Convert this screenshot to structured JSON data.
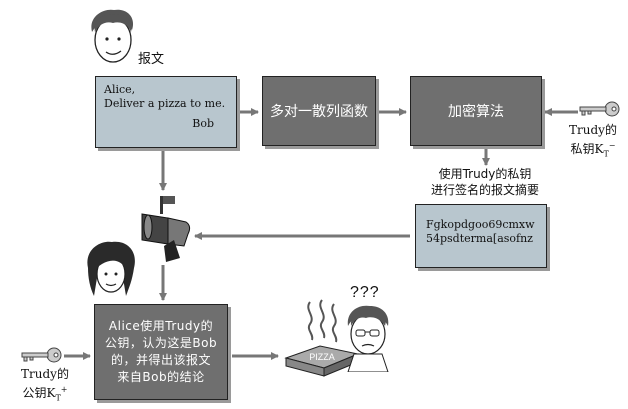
{
  "message_label": "报文",
  "message": {
    "line1": "Alice,",
    "line2": "Deliver a pizza to me.",
    "signature": "Bob"
  },
  "hash_box": "多对一散列函数",
  "encrypt_box": "加密算法",
  "trudy_private_key": {
    "line1": "Trudy的",
    "line2": "私钥K",
    "sub": "T",
    "sup": "−"
  },
  "sign_digest_label": {
    "line1": "使用Trudy的私钥",
    "line2": "进行签名的报文摘要"
  },
  "signed_digest": {
    "line1": "Fgkopdgoo69cmxw",
    "line2": "54psdterma[asofnz"
  },
  "alice_box": {
    "line1": "Alice使用Trudy的",
    "line2": "公钥，认为这是Bob",
    "line3": "的，并得出该报文",
    "line4": "来自Bob的结论"
  },
  "trudy_public_key": {
    "line1": "Trudy的",
    "line2": "公钥K",
    "sub": "T",
    "sup": "+"
  },
  "pizza_text": "PIZZA",
  "confused_text": "???"
}
